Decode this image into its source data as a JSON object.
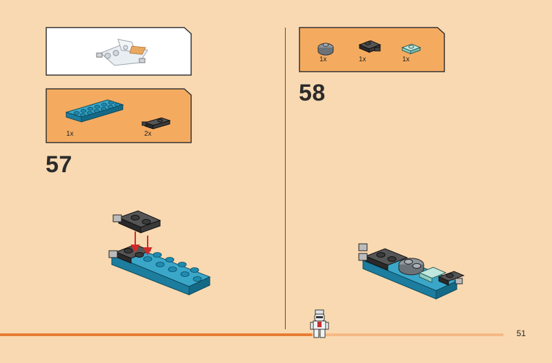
{
  "page": {
    "number": "51"
  },
  "steps": [
    {
      "number": "57",
      "parts": [
        {
          "qty": "1x",
          "part": "teal-plate-2x6-icon"
        },
        {
          "qty": "2x",
          "part": "black-clip-plate-icon"
        }
      ]
    },
    {
      "number": "58",
      "parts": [
        {
          "qty": "1x",
          "part": "gray-round-plate-icon"
        },
        {
          "qty": "1x",
          "part": "black-clip-plate-icon"
        },
        {
          "qty": "1x",
          "part": "light-aqua-tile-icon"
        }
      ]
    }
  ],
  "colors": {
    "background": "#f9d9b1",
    "callout": "#f4ab60",
    "progress": "#e87b32",
    "arrow": "#d12a2a",
    "teal": "#1f8bb0"
  }
}
